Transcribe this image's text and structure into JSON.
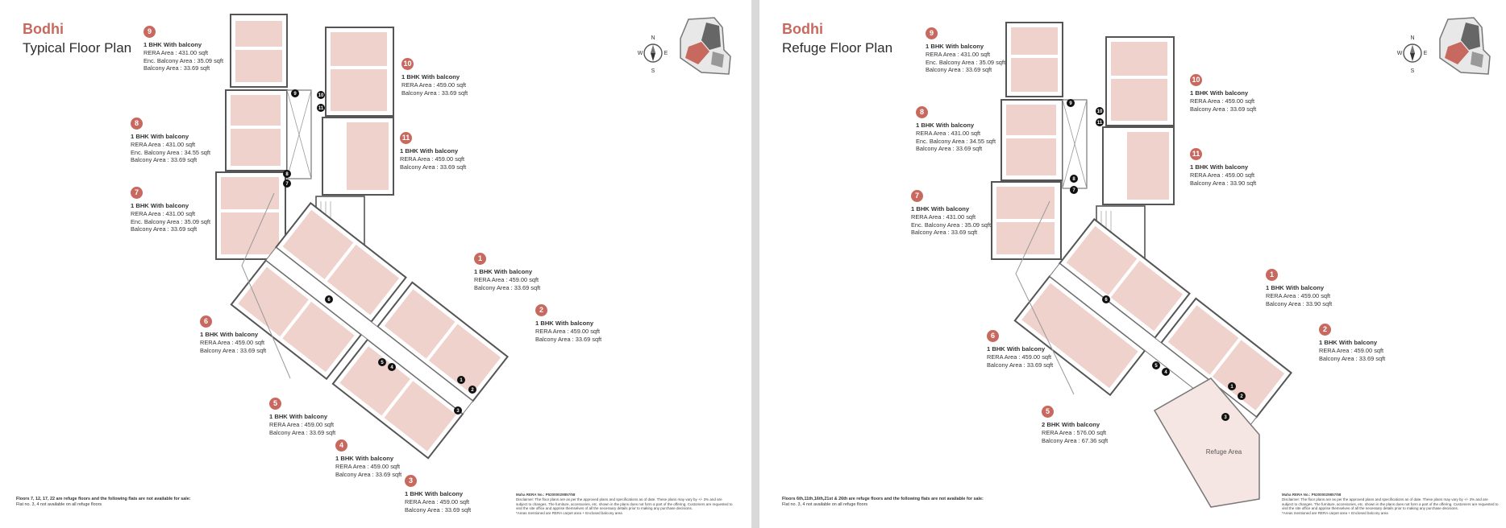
{
  "brand": "Bodhi",
  "colors": {
    "accent": "#c8695f",
    "room_fill": "#f0d2cc",
    "wall": "#555555"
  },
  "compass": {
    "n": "N",
    "s": "S",
    "e": "E",
    "w": "W"
  },
  "pages": [
    {
      "title": "Typical Floor Plan",
      "units": [
        {
          "no": "9",
          "type": "1 BHK With balcony",
          "lines": [
            "RERA Area : 431.00 sqft",
            "Enc. Balcony Area : 35.09 sqft",
            "Balcony Area : 33.69 sqft"
          ]
        },
        {
          "no": "10",
          "type": "1 BHK With balcony",
          "lines": [
            "RERA Area : 459.00 sqft",
            "Balcony Area : 33.69 sqft"
          ]
        },
        {
          "no": "8",
          "type": "1 BHK With balcony",
          "lines": [
            "RERA Area : 431.00 sqft",
            "Enc. Balcony Area : 34.55 sqft",
            "Balcony Area : 33.69 sqft"
          ]
        },
        {
          "no": "11",
          "type": "1 BHK With balcony",
          "lines": [
            "RERA Area : 459.00 sqft",
            "Balcony Area : 33.69 sqft"
          ]
        },
        {
          "no": "7",
          "type": "1 BHK With balcony",
          "lines": [
            "RERA Area : 431.00 sqft",
            "Enc. Balcony Area : 35.09 sqft",
            "Balcony Area : 33.69 sqft"
          ]
        },
        {
          "no": "1",
          "type": "1 BHK With balcony",
          "lines": [
            "RERA Area : 459.00 sqft",
            "Balcony Area : 33.69 sqft"
          ]
        },
        {
          "no": "2",
          "type": "1 BHK With balcony",
          "lines": [
            "RERA Area : 459.00 sqft",
            "Balcony Area : 33.69 sqft"
          ]
        },
        {
          "no": "6",
          "type": "1 BHK With balcony",
          "lines": [
            "RERA Area : 459.00 sqft",
            "Balcony Area : 33.69 sqft"
          ]
        },
        {
          "no": "5",
          "type": "1 BHK With balcony",
          "lines": [
            "RERA Area : 459.00 sqft",
            "Balcony Area : 33.69 sqft"
          ]
        },
        {
          "no": "4",
          "type": "1 BHK With balcony",
          "lines": [
            "RERA Area : 459.00 sqft",
            "Balcony Area : 33.69 sqft"
          ]
        },
        {
          "no": "3",
          "type": "1 BHK With balcony",
          "lines": [
            "RERA Area : 459.00 sqft",
            "Balcony Area : 33.69 sqft"
          ]
        }
      ],
      "note_bold": "Floors 7, 12, 17, 22 are refuge floors and the following flats are not available for sale:",
      "note_text": "Flat no. 3, 4 not available on all refuge floors",
      "rera_no": "Maha RERA No.: P52000029857/58",
      "disclaimer": "Disclaimer: The floor plans are as per the approved plans and specifications as of date. These plans may vary by +/- 3% and are subject to changes. The furniture, accessories, etc. shown in the plans does not form a part of the offering. Customers are requested to visit the site office and apprise themselves of all the necessary details prior to making any purchase decisions.",
      "disclaimer_note": "*Areas mentioned are RERA carpet area + Enclosed balcony area"
    },
    {
      "title": "Refuge Floor Plan",
      "units": [
        {
          "no": "9",
          "type": "1 BHK With balcony",
          "lines": [
            "RERA Area : 431.00 sqft",
            "Enc. Balcony Area : 35.09 sqft",
            "Balcony Area : 33.69 sqft"
          ]
        },
        {
          "no": "10",
          "type": "1 BHK With balcony",
          "lines": [
            "RERA Area : 459.00 sqft",
            "Balcony Area : 33.69 sqft"
          ]
        },
        {
          "no": "8",
          "type": "1 BHK With balcony",
          "lines": [
            "RERA Area : 431.00 sqft",
            "Enc. Balcony Area : 34.55 sqft",
            "Balcony Area : 33.69 sqft"
          ]
        },
        {
          "no": "11",
          "type": "1 BHK With balcony",
          "lines": [
            "RERA Area : 459.00 sqft",
            "Balcony Area : 33.90 sqft"
          ]
        },
        {
          "no": "7",
          "type": "1 BHK With balcony",
          "lines": [
            "RERA Area : 431.00 sqft",
            "Enc. Balcony Area : 35.09 sqft",
            "Balcony Area : 33.69 sqft"
          ]
        },
        {
          "no": "1",
          "type": "1 BHK With balcony",
          "lines": [
            "RERA Area : 459.00 sqft",
            "Balcony Area : 33.90 sqft"
          ]
        },
        {
          "no": "2",
          "type": "1 BHK With balcony",
          "lines": [
            "RERA Area : 459.00 sqft",
            "Balcony Area : 33.69 sqft"
          ]
        },
        {
          "no": "6",
          "type": "1 BHK With balcony",
          "lines": [
            "RERA Area : 459.00 sqft",
            "Balcony Area : 33.69 sqft"
          ]
        },
        {
          "no": "5",
          "type": "2 BHK With balcony",
          "lines": [
            "RERA Area : 576.00 sqft",
            "Balcony Area : 67.36 sqft"
          ]
        }
      ],
      "refuge_label": "Refuge Area",
      "note_bold": "Floors 6th,11th,16th,21st & 26th are refuge floors and the following flats are not available for sale:",
      "note_text": "Flat no. 3, 4 not available on all refuge floors",
      "rera_no": "Maha RERA No.: P52000029857/58",
      "disclaimer": "Disclaimer: The floor plans are as per the approved plans and specifications as of date. These plans may vary by +/- 3% and are subject to changes. The furniture, accessories, etc. shown in the plans does not form a part of the offering. Customers are requested to visit the site office and apprise themselves of all the necessary details prior to making any purchase decisions.",
      "disclaimer_note": "*Areas mentioned are RERA carpet area + Enclosed balcony area"
    }
  ]
}
